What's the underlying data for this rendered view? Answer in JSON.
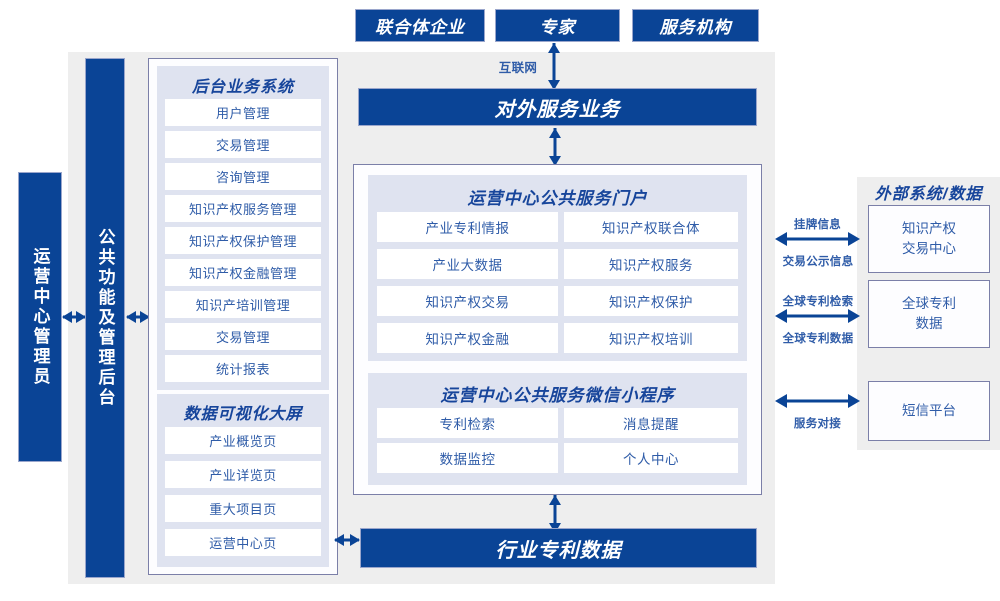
{
  "top_actors": [
    {
      "label": "联合体企业"
    },
    {
      "label": "专家"
    },
    {
      "label": "服务机构"
    }
  ],
  "internet_label": "互联网",
  "external_service_bar": "对外服务业务",
  "left_rail": {
    "operator": "运营中心管理员",
    "common_backend": "公共功能及管理后台"
  },
  "backend_system": {
    "title": "后台业务系统",
    "items": [
      "用户管理",
      "交易管理",
      "咨询管理",
      "知识产权服务管理",
      "知识产权保护管理",
      "知识产权金融管理",
      "知识产培训管理",
      "交易管理",
      "统计报表"
    ]
  },
  "data_screen": {
    "title": "数据可视化大屏",
    "items": [
      "产业概览页",
      "产业详览页",
      "重大项目页",
      "运营中心页"
    ]
  },
  "portal": {
    "title": "运营中心公共服务门户",
    "items": [
      "产业专利情报",
      "知识产权联合体",
      "产业大数据",
      "知识产权服务",
      "知识产权交易",
      "知识产权保护",
      "知识产权金融",
      "知识产权培训"
    ]
  },
  "miniprogram": {
    "title": "运营中心公共服务微信小程序",
    "items": [
      "专利检索",
      "消息提醒",
      "数据监控",
      "个人中心"
    ]
  },
  "industry_data_bar": "行业专利数据",
  "external": {
    "title": "外部系统/数据",
    "boxes": [
      {
        "line1": "知识产权",
        "line2": "交易中心"
      },
      {
        "line1": "全球专利",
        "line2": "数据"
      },
      {
        "line1": "短信平台",
        "line2": ""
      }
    ],
    "connections": [
      {
        "above": "挂牌信息",
        "below": "交易公示信息"
      },
      {
        "above": "全球专利检索",
        "below": "全球专利数据"
      },
      {
        "above": "",
        "below": "服务对接"
      }
    ]
  },
  "colors": {
    "brand_blue": "#0a4496",
    "text_blue": "#2f5ca8",
    "title_blue": "#17459b",
    "panel_grey": "#eeeeee",
    "panel_lavender": "#dfe3f0",
    "border_violet": "#7b7fa8"
  }
}
